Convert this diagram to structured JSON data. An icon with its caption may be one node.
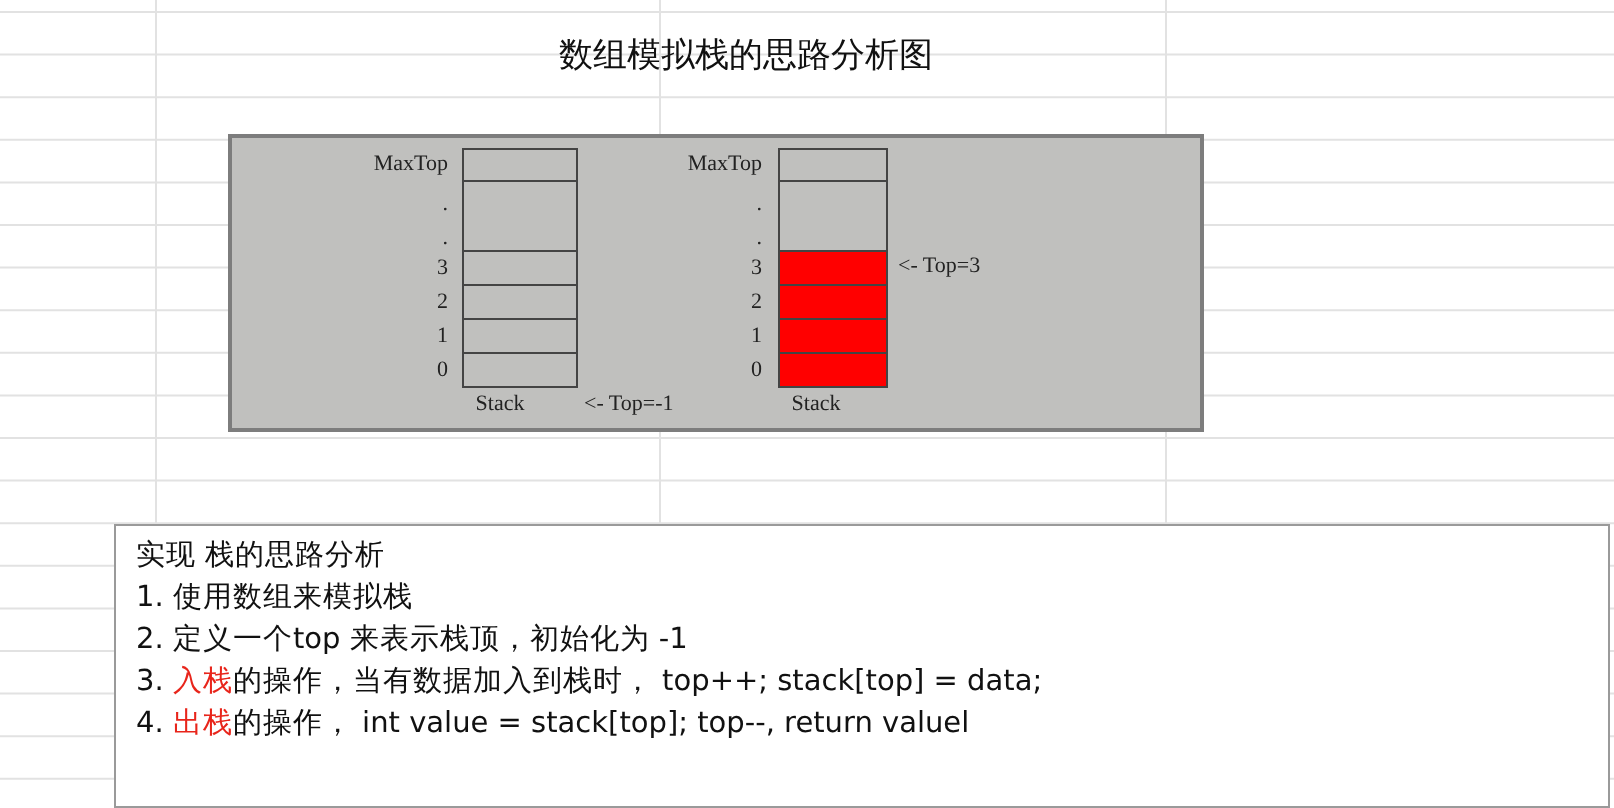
{
  "diagram": {
    "title": "数组模拟栈的思路分析图",
    "nodes": [
      {
        "text": [],
        "shape": "box"
      },
      {
        "text": [],
        "shape": "box",
        "in": 0
      },
      {
        "text": [],
        "shape": "box",
        "in": 0
      },
      {
        "text": [],
        "shape": "box",
        "in": 0
      },
      {
        "text": [],
        "shape": "box",
        "in": 0
      },
      {
        "text": [],
        "shape": "box",
        "in": 0
      },
      {
        "text": [],
        "shape": "box",
        "in": 0
      },
      {
        "text": [],
        "shape": "box",
        "in": 0
      },
      {
        "text": [],
        "shape": "box",
        "in": 0
      },
      {
        "text": [],
        "shape": "box",
        "in": 0
      },
      {
        "text": [],
        "shape": "box",
        "in": 0
      },
      {
        "text": [],
        "shape": "box",
        "in": 0
      },
      {
        "text": [],
        "shape": "box",
        "in": 0
      },
      {
        "text": [
          "实现 栈的思路分析",
          "1. 使用数组来模拟栈",
          "2. 定义一个top 来表示栈顶，初始化为 -1",
          "3. **入栈**的操作，当有数据加入到栈时， top++; stack[top] = data;",
          "4. **出栈**的操作， int value = stack[top]; top--, return valuel"
        ]
      }
    ],
    "labels": [
      "MaxTop",
      ".",
      ".",
      "3",
      "2",
      "1",
      "0",
      "Stack",
      "<- Top=-1",
      "MaxTop",
      ".",
      ".",
      "3",
      "2",
      "1",
      "0",
      "<- Top=3",
      "Stack"
    ]
  }
}
